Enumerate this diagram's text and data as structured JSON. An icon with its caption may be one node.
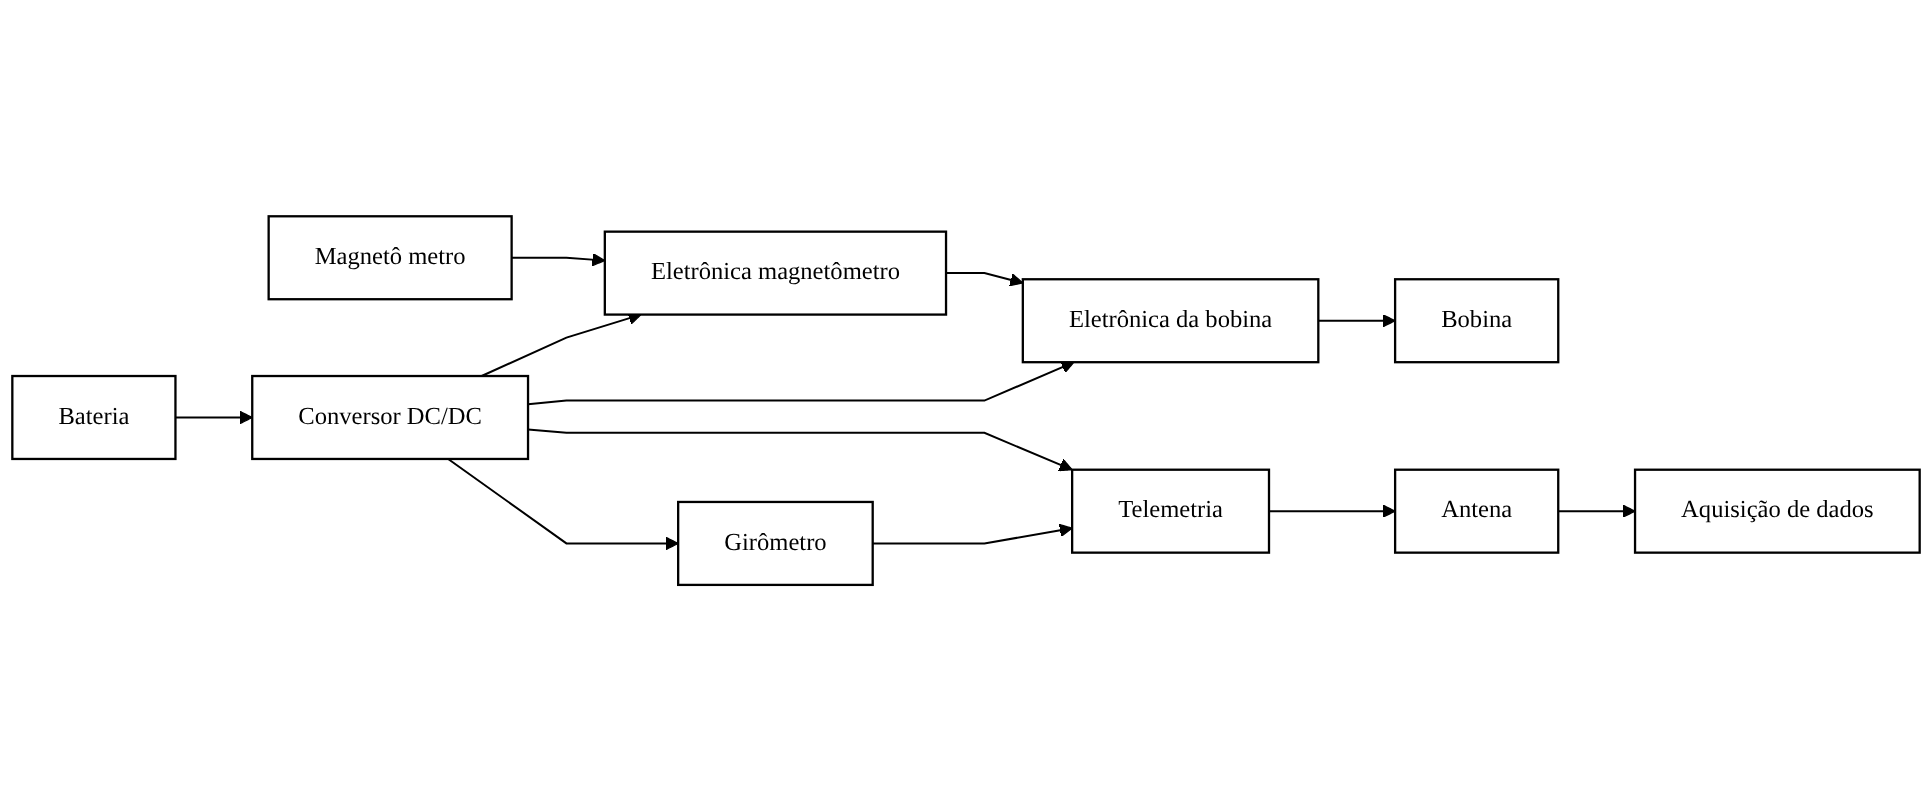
{
  "diagram": {
    "nodes": [
      {
        "text": [
          "Magnetô metro"
        ]
      },
      {
        "text": [
          "Eletrônica magnetômetro"
        ]
      },
      {
        "text": [
          "Eletrônica da bobina"
        ]
      },
      {
        "text": [
          "Bobina"
        ]
      },
      {
        "text": [
          "Conversor DC/DC"
        ]
      },
      {
        "text": [
          "Aquisição de dados"
        ]
      },
      {
        "text": [
          "Bateria"
        ]
      },
      {
        "text": [
          "Girômetro"
        ]
      },
      {
        "text": [
          "Telemetria"
        ]
      },
      {
        "text": [
          "Antena"
        ]
      }
    ],
    "edges": [
      {
        "from": 0,
        "to": 1,
        "arrow": "to"
      },
      {
        "from": 1,
        "to": 2,
        "arrow": "to"
      },
      {
        "from": 2,
        "to": 3,
        "arrow": "to"
      },
      {
        "from": 6,
        "to": 4,
        "arrow": "to"
      },
      {
        "from": 4,
        "to": 1,
        "arrow": "to"
      },
      {
        "from": 4,
        "to": 7,
        "arrow": "to"
      },
      {
        "from": 4,
        "to": 2,
        "arrow": "to"
      },
      {
        "from": 4,
        "to": 8,
        "arrow": "to"
      },
      {
        "from": 7,
        "to": 8,
        "arrow": "to"
      },
      {
        "from": 8,
        "to": 9,
        "arrow": "to"
      },
      {
        "from": 9,
        "to": 5,
        "arrow": "to"
      }
    ]
  }
}
